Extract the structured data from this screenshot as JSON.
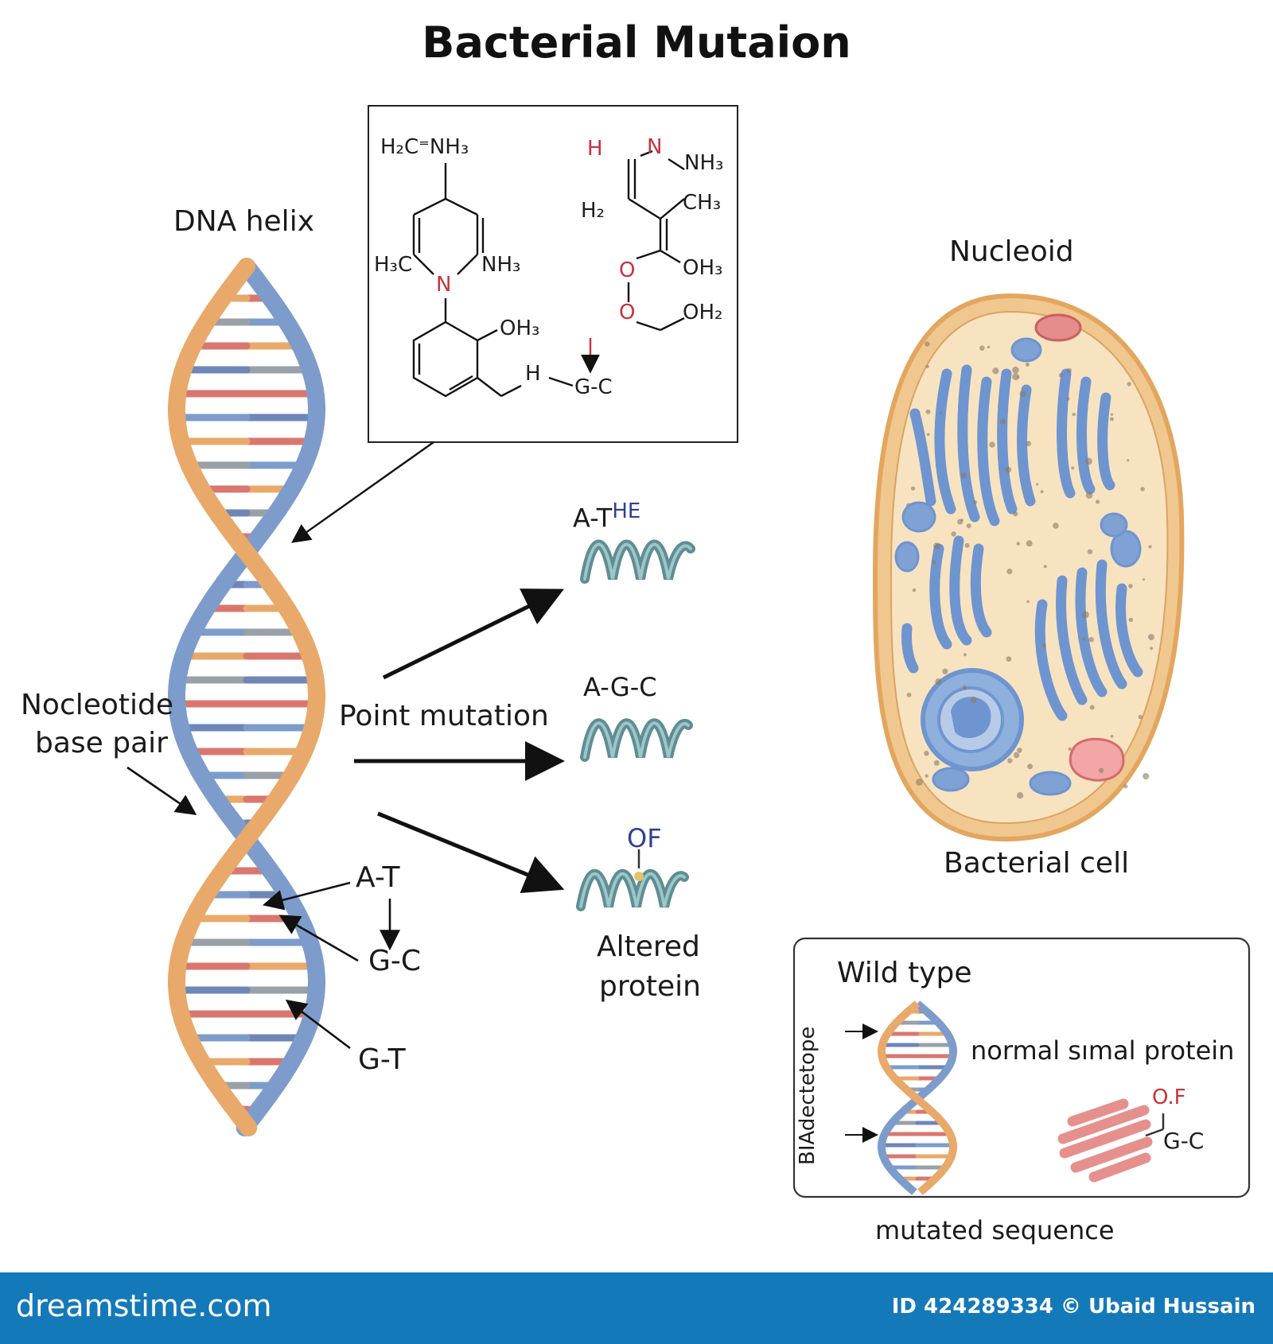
{
  "title": "Bacterial Mutaion",
  "labels": {
    "dna_helix": "DNA helix",
    "nucleoid": "Nucleoid",
    "bacterial_cell": "Bacterial cell",
    "point_mutation": "Point mutation",
    "nucleotide_line1": "Nocleotide",
    "nucleotide_line2": "base pair",
    "at": "A-T",
    "gc": "G-C",
    "gt": "G-T",
    "at_he_prefix": "A-T",
    "at_he_suffix": "HE",
    "agc": "A-G-C",
    "of": "OF",
    "altered_line1": "Altered",
    "altered_line2": "protein",
    "wild_type": "Wild type",
    "normal_protein": "normal sımal protein",
    "vertical_text": "BIAdectetope",
    "of2": "O.F",
    "gc2": "G-C",
    "mutated_sequence": "mutated sequence"
  },
  "chemistry": {
    "left": {
      "h2c_nh3": "H₂C⁼NH₃",
      "h3c": "H₃C",
      "nh3": "NH₃",
      "n": "N",
      "oh3": "OH₃",
      "h": "H",
      "gc": "G-C"
    },
    "right": {
      "h": "H",
      "n": "N",
      "nh3": "NH₃",
      "h2": "H₂",
      "ch3": "CH₃",
      "o1": "O",
      "o2": "O",
      "oh3": "OH₃",
      "oh2": "OH₂"
    }
  },
  "footer": {
    "site": "dreamstime.com",
    "credit": "ID 424289334 © Ubaid Hussain"
  },
  "colors": {
    "orange_strand": "#e8a96a",
    "blue_strand": "#7d9ccc",
    "red_strand": "#d9776f",
    "cell_fill": "#f6dcb4",
    "cell_outline": "#e3a65f",
    "organelle_blue": "#6e95cf",
    "footer_bg": "#1479b8",
    "accent_red": "#c8333b"
  }
}
